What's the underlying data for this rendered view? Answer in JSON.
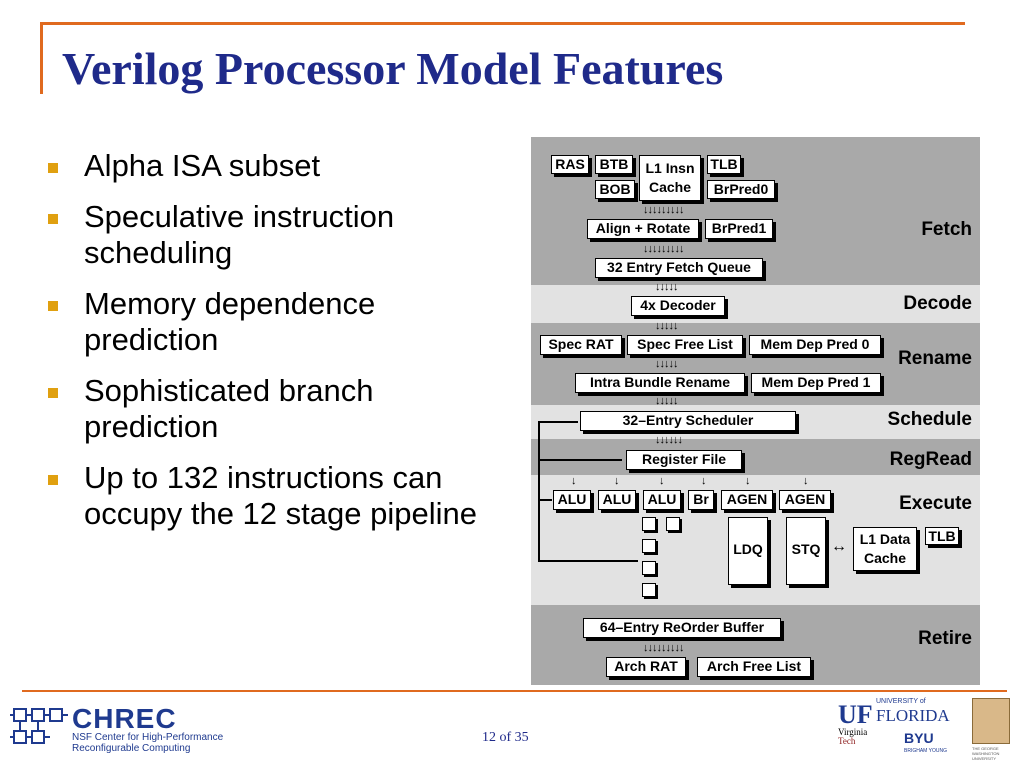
{
  "slide": {
    "title": "Verilog Processor Model Features",
    "bullets": [
      "Alpha ISA subset",
      "Speculative instruction scheduling",
      "Memory dependence prediction",
      "Sophisticated branch prediction",
      "Up to 132 instructions can occupy the 12 stage pipeline"
    ],
    "page": "12 of 35"
  },
  "diagram": {
    "stages": {
      "fetch": "Fetch",
      "decode": "Decode",
      "rename": "Rename",
      "schedule": "Schedule",
      "regread": "RegRead",
      "execute": "Execute",
      "retire": "Retire"
    },
    "blocks": {
      "ras": "RAS",
      "btb": "BTB",
      "l1_insn_1": "L1 Insn",
      "l1_insn_2": "Cache",
      "tlb_fetch": "TLB",
      "bob": "BOB",
      "brpred0": "BrPred0",
      "align_rotate": "Align + Rotate",
      "brpred1": "BrPred1",
      "fetch_queue": "32 Entry Fetch Queue",
      "decoder": "4x Decoder",
      "spec_rat": "Spec RAT",
      "spec_free_list": "Spec Free List",
      "mem_dep_pred0": "Mem Dep Pred 0",
      "intra_bundle_rename": "Intra Bundle Rename",
      "mem_dep_pred1": "Mem Dep Pred 1",
      "scheduler": "32–Entry Scheduler",
      "register_file": "Register File",
      "alu1": "ALU",
      "alu2": "ALU",
      "alu3": "ALU",
      "br": "Br",
      "agen1": "AGEN",
      "agen2": "AGEN",
      "ldq": "LDQ",
      "stq": "STQ",
      "l1_data_1": "L1 Data",
      "l1_data_2": "Cache",
      "tlb_exec": "TLB",
      "rob": "64–Entry ReOrder Buffer",
      "arch_rat": "Arch RAT",
      "arch_free_list": "Arch Free List"
    }
  },
  "footer": {
    "chrec_name": "CHREC",
    "chrec_sub1": "NSF Center for High-Performance",
    "chrec_sub2": "Reconfigurable Computing",
    "uf_abbr": "UF",
    "uf_top": "UNIVERSITY of",
    "uf_name": "FLORIDA",
    "vt_1": "Virginia",
    "vt_2": "Tech",
    "byu": "BYU",
    "byu_sub": "BRIGHAM YOUNG",
    "gw_1": "THE GEORGE",
    "gw_2": "WASHINGTON",
    "gw_3": "UNIVERSITY"
  }
}
